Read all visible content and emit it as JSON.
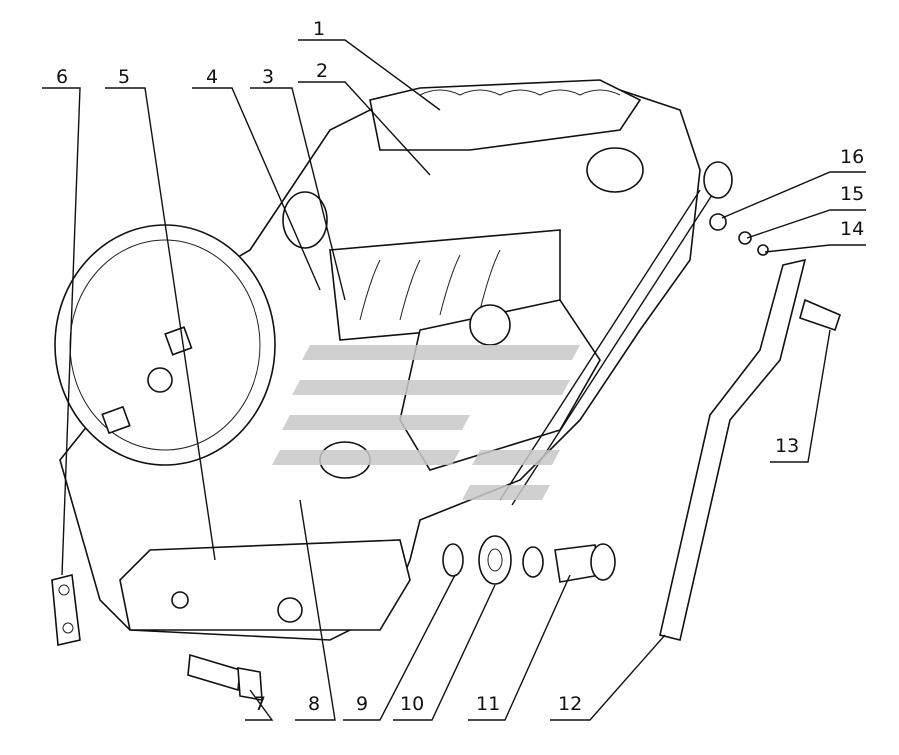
{
  "diagram": {
    "type": "exploded-parts-drawing",
    "callouts": [
      "1",
      "2",
      "3",
      "4",
      "5",
      "6",
      "7",
      "8",
      "9",
      "10",
      "11",
      "12",
      "13",
      "14",
      "15",
      "16"
    ]
  }
}
